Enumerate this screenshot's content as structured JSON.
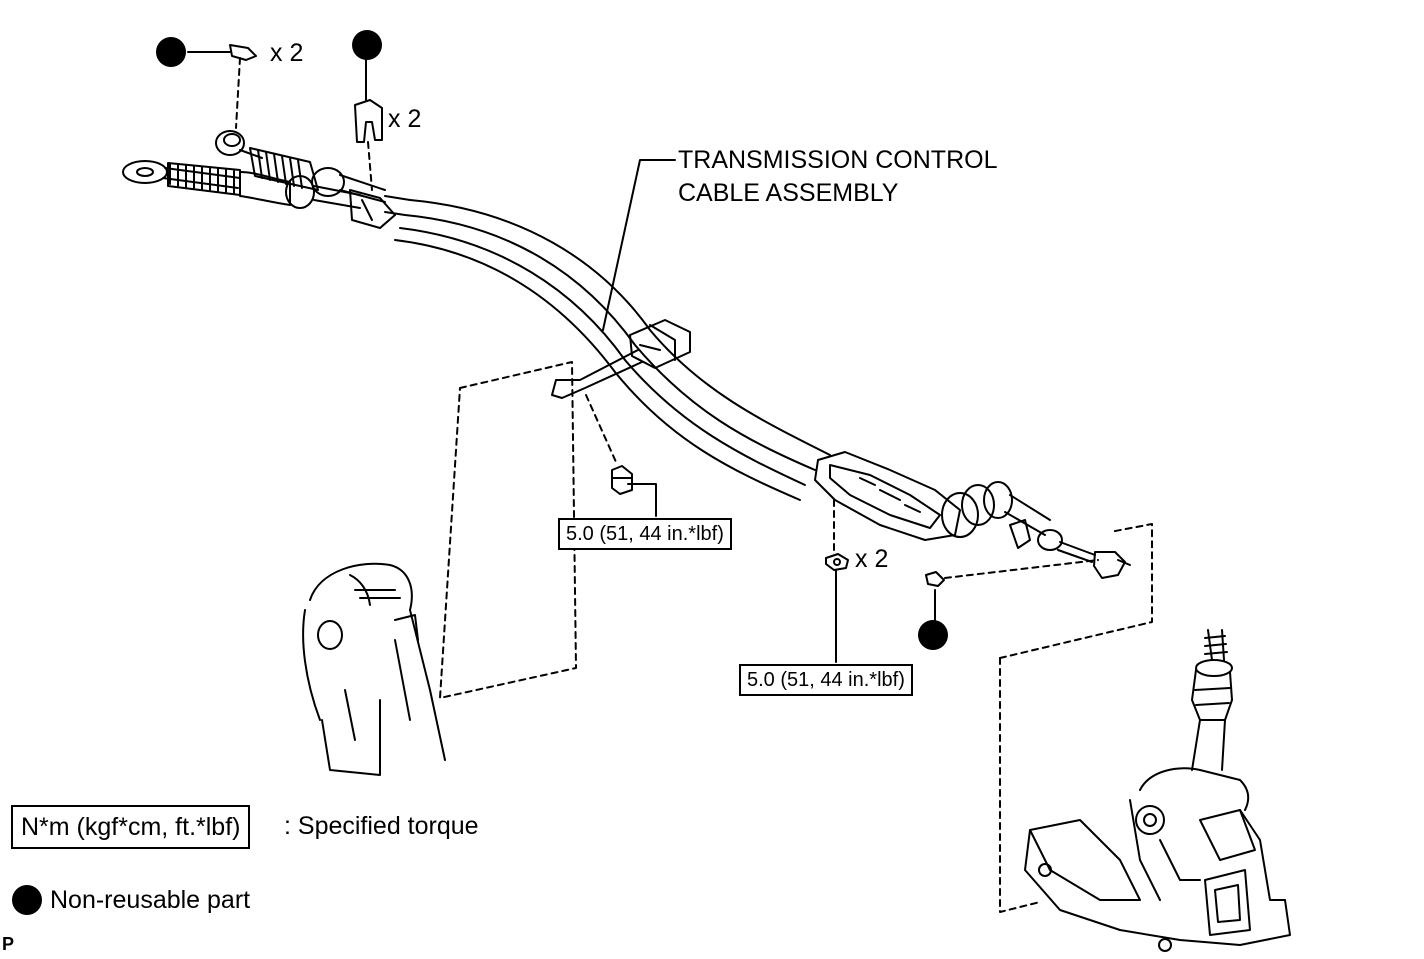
{
  "labels": {
    "assembly_line1": "TRANSMISSION CONTROL",
    "assembly_line2": "CABLE ASSEMBLY",
    "qty_clip_top": "x 2",
    "qty_clip_mid": "x 2",
    "qty_nut": "x 2"
  },
  "torques": {
    "bolt": "5.0 (51, 44 in.*lbf)",
    "nut": "5.0 (51, 44 in.*lbf)"
  },
  "legend": {
    "torque_unit": "N*m (kgf*cm, ft.*lbf)",
    "torque_desc": ": Specified torque",
    "nonreusable_desc": "Non-reusable part"
  },
  "corner_mark": "P"
}
